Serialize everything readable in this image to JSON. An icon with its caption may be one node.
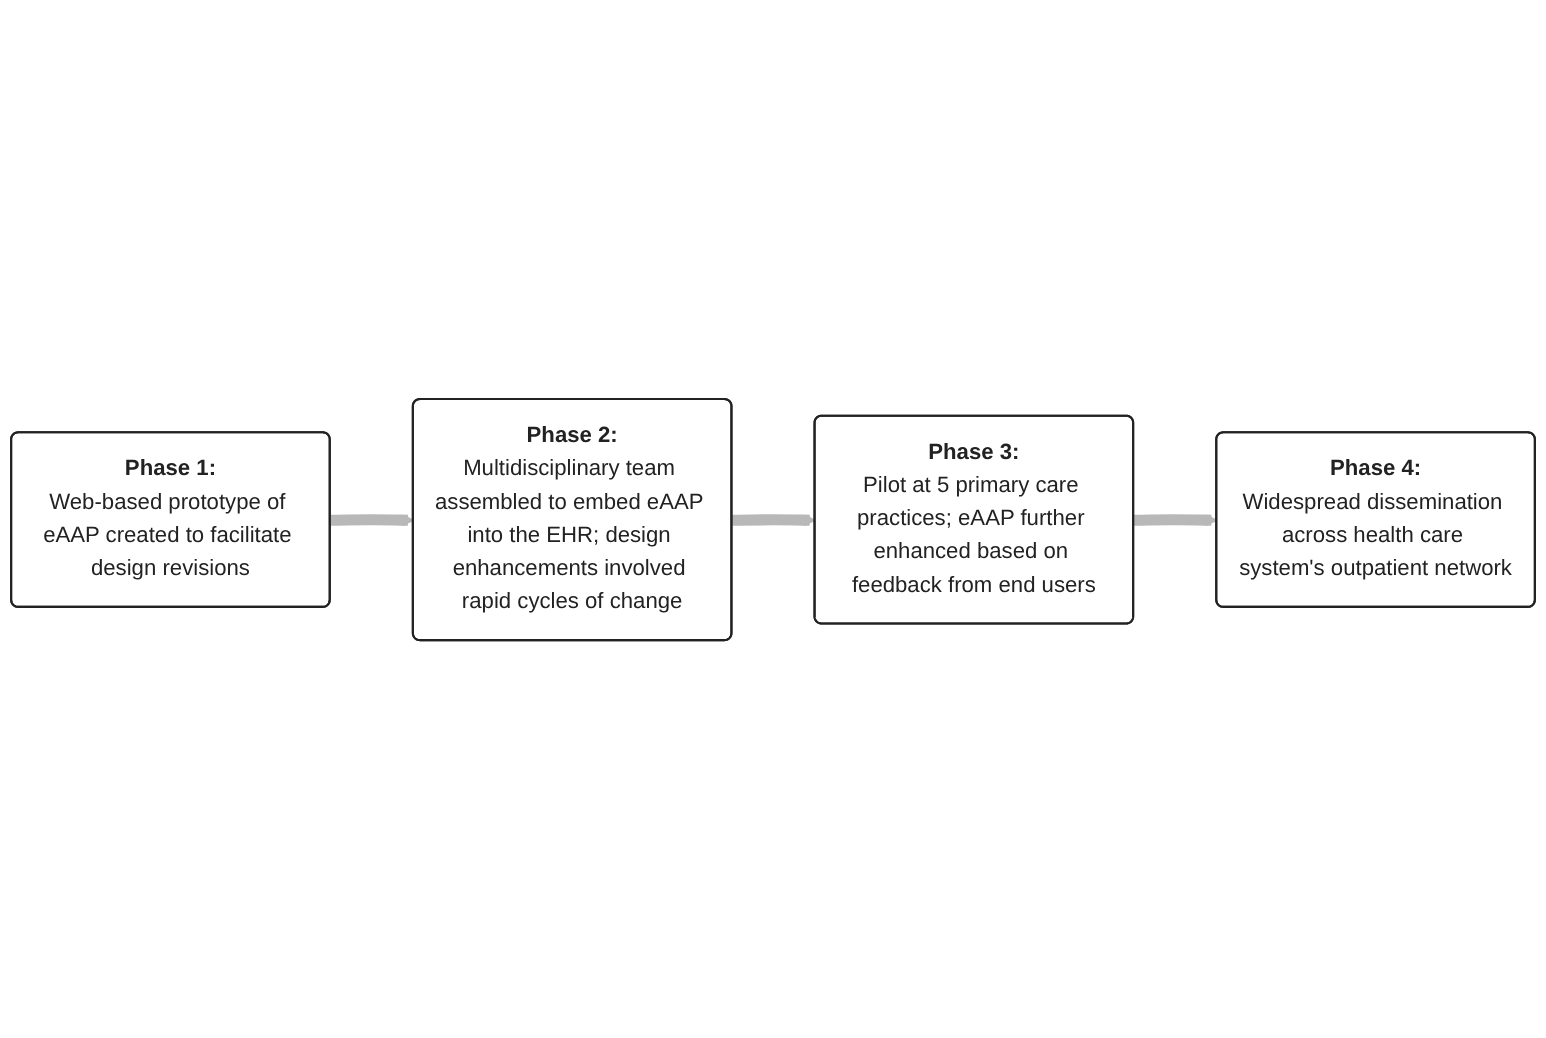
{
  "diagram": {
    "nodes": [
      {
        "text": [
          "Phase 1:",
          "Web-based prototype of eAAP created to facilitate design revisions"
        ]
      },
      {
        "text": [
          "Phase 2:",
          "Multidisciplinary team assembled to embed eAAP into the EHR; design enhancements involved rapid cycles of change"
        ]
      },
      {
        "text": [
          "Phase 3:",
          "Pilot at 5 primary care practices; eAAP further enhanced based on feedback from end users"
        ]
      },
      {
        "text": [
          "Phase 4:",
          "Widespread dissemination across health care system's outpatient network"
        ]
      }
    ],
    "edges": [
      {
        "from": 0,
        "to": 1,
        "arrow": "to"
      },
      {
        "from": 1,
        "to": 2,
        "arrow": "to"
      },
      {
        "from": 2,
        "to": 3,
        "arrow": "to"
      }
    ]
  }
}
